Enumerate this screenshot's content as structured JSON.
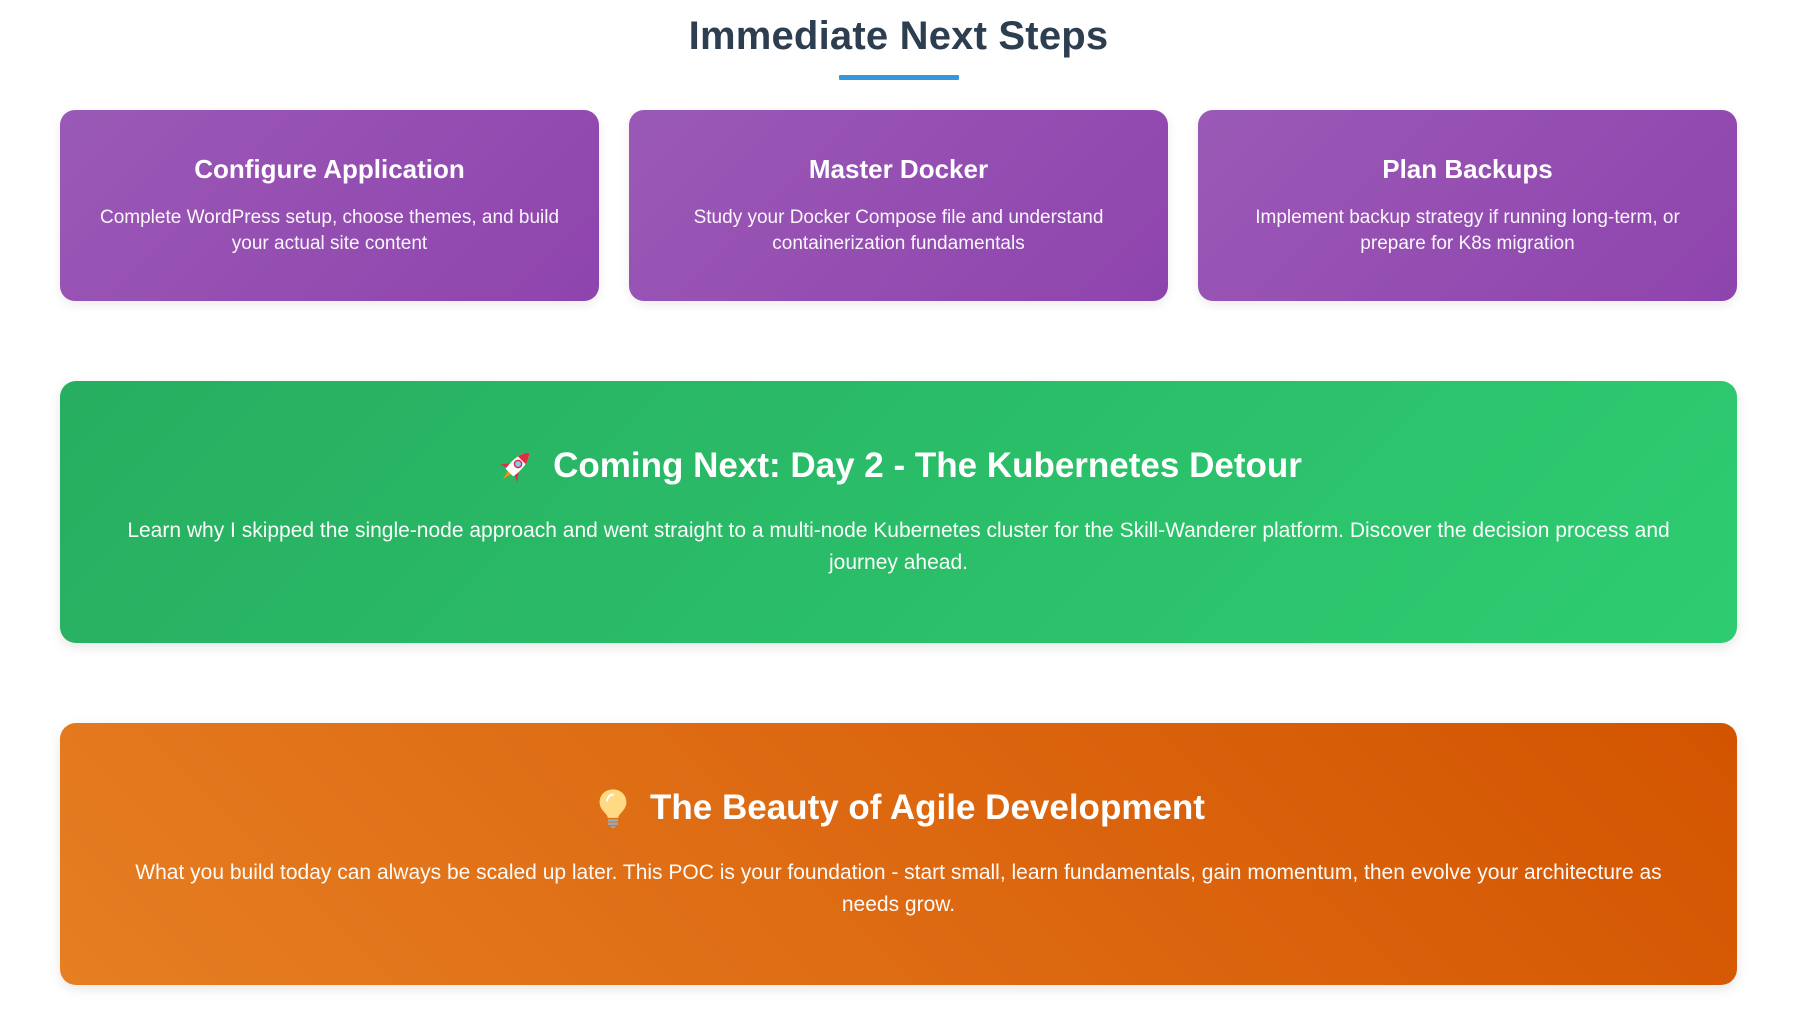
{
  "page": {
    "title": "Immediate Next Steps",
    "title_color": "#2c3e50",
    "underline_color": "#3498db",
    "background_color": "#ffffff"
  },
  "cards": [
    {
      "title": "Configure Application",
      "body": "Complete WordPress setup, choose themes, and build your actual site content",
      "gradient_from": "#9b59b6",
      "gradient_to": "#8e44ad"
    },
    {
      "title": "Master Docker",
      "body": "Study your Docker Compose file and understand containerization fundamentals",
      "gradient_from": "#9b59b6",
      "gradient_to": "#8e44ad"
    },
    {
      "title": "Plan Backups",
      "body": "Implement backup strategy if running long-term, or prepare for K8s migration",
      "gradient_from": "#9b59b6",
      "gradient_to": "#8e44ad"
    }
  ],
  "banners": {
    "kubernetes": {
      "icon": "rocket-icon",
      "title": "Coming Next: Day 2 - The Kubernetes Detour",
      "body": "Learn why I skipped the single-node approach and went straight to a multi-node Kubernetes cluster for the Skill-Wanderer platform. Discover the decision process and journey ahead.",
      "gradient_from": "#27ae60",
      "gradient_to": "#2ecc71"
    },
    "agile": {
      "icon": "lightbulb-icon",
      "title": "The Beauty of Agile Development",
      "body": "What you build today can always be scaled up later. This POC is your foundation - start small, learn fundamentals, gain momentum, then evolve your architecture as needs grow.",
      "gradient_from": "#e67e22",
      "gradient_to": "#d35400"
    }
  }
}
